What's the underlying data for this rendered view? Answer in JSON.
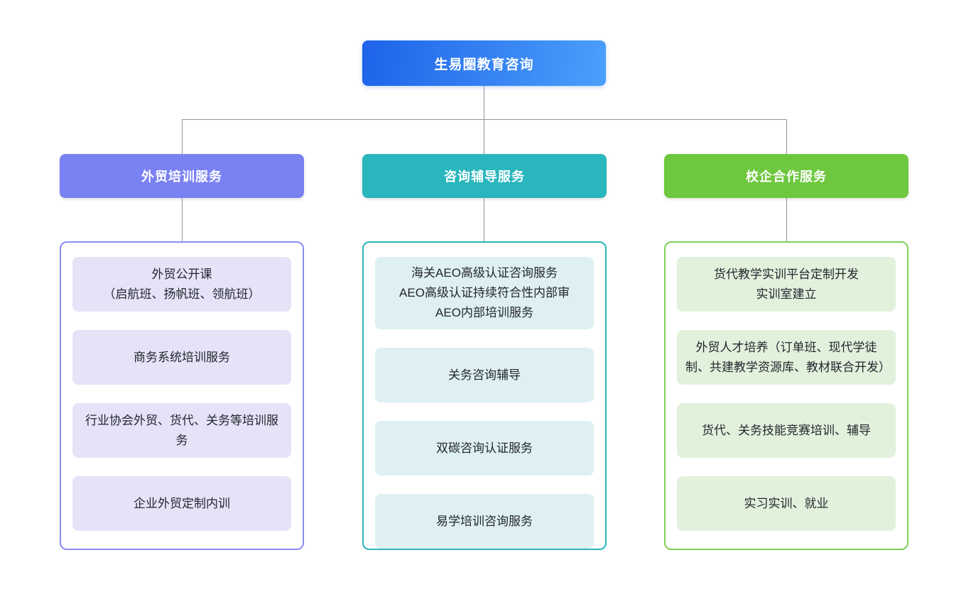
{
  "root": {
    "label": "生易圈教育咨询"
  },
  "colors": {
    "root_gradient_start": "#1e63e9",
    "root_gradient_end": "#4b9ffb",
    "branch_purple": "#7a81f2",
    "branch_purple_border": "#8b8bf2",
    "branch_purple_item_bg": "#e6e3f8",
    "branch_teal": "#29b6bd",
    "branch_teal_border": "#2ab5bd",
    "branch_teal_item_bg": "#def0f2",
    "branch_green": "#6ec83f",
    "branch_green_border": "#7fd156",
    "branch_green_item_bg": "#e2f1dc",
    "connector_line": "#8f969b"
  },
  "branches": [
    {
      "label": "外贸培训服务",
      "items": [
        "外贸公开课\n（启航班、扬帆班、领航班）",
        "商务系统培训服务",
        "行业协会外贸、货代、关务等培训服务",
        "企业外贸定制内训"
      ]
    },
    {
      "label": "咨询辅导服务",
      "items": [
        "海关AEO高级认证咨询服务\nAEO高级认证持续符合性内部审\nAEO内部培训服务",
        "关务咨询辅导",
        "双碳咨询认证服务",
        "易学培训咨询服务"
      ]
    },
    {
      "label": "校企合作服务",
      "items": [
        "货代教学实训平台定制开发\n实训室建立",
        "外贸人才培养（订单班、现代学徒制、共建教学资源库、教材联合开发）",
        "货代、关务技能竞赛培训、辅导",
        "实习实训、就业"
      ]
    }
  ]
}
